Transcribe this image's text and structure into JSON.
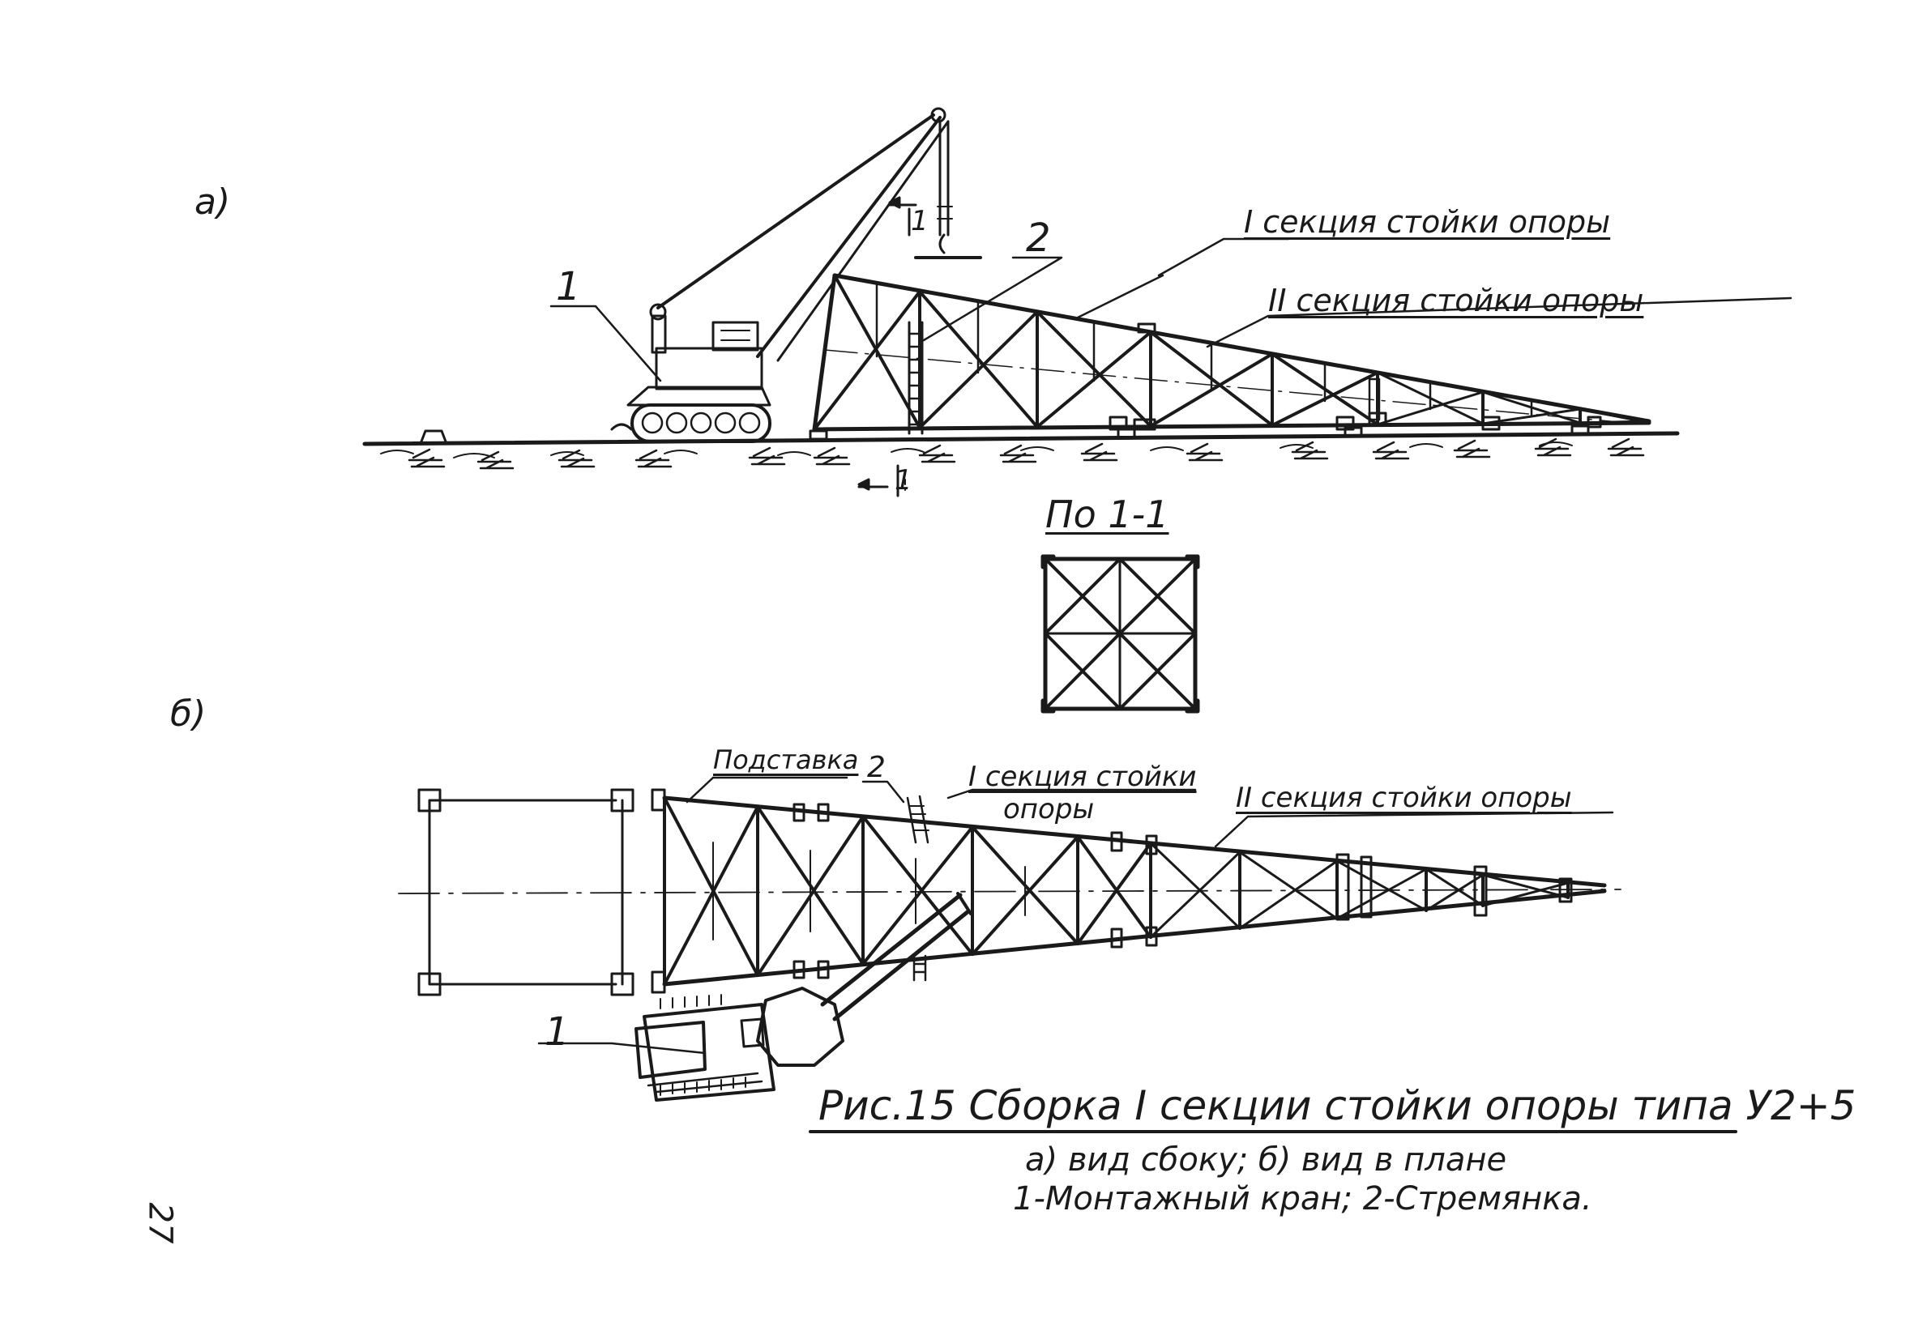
{
  "view_a": {
    "marker": "а)",
    "callout_crane": "1",
    "callout_ladder": "2",
    "section_mark_top": "1",
    "section_mark_bottom": "1",
    "label_section_1": "I секция стойки опоры",
    "label_section_2": "II секция стойки опоры"
  },
  "section_view": {
    "title": "По 1-1"
  },
  "view_b": {
    "marker": "б)",
    "label_stand": "Подставка",
    "callout_ladder": "2",
    "label_section_1_line1": "I секция стойки",
    "label_section_1_line2": "опоры",
    "label_section_2": "II секция стойки опоры",
    "callout_crane": "1"
  },
  "caption": {
    "title": "Рис.15 Сборка I секции стойки опоры типа У2+5",
    "line2": "а) вид сбоку; б) вид в плане",
    "line3": "1-Монтажный кран; 2-Стремянка."
  },
  "page_number": "27",
  "colors": {
    "ink": "#1a1a1a",
    "paper": "#ffffff"
  }
}
